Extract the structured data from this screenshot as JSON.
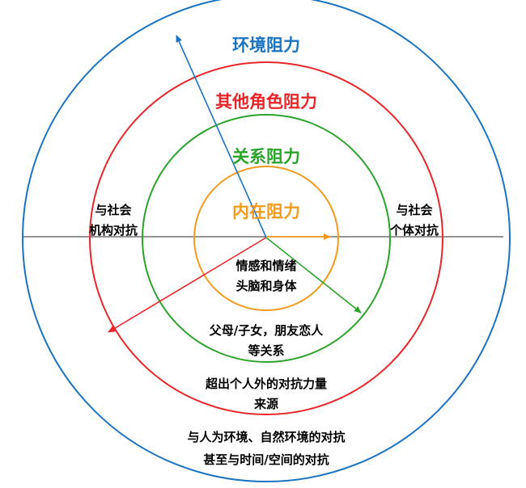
{
  "colors": {
    "outer": "#1a73c0",
    "social": "#e8262a",
    "relation": "#2aa32a",
    "inner": "#f29a1d",
    "axis": "#555555",
    "text": "#000000"
  },
  "rings": {
    "outer": {
      "title": "环境阻力"
    },
    "social": {
      "title": "其他角色阻力"
    },
    "relation": {
      "title": "关系阻力"
    },
    "inner": {
      "title": "内在阻力"
    }
  },
  "sides": {
    "left": {
      "line1": "与社会",
      "line2": "机构对抗"
    },
    "right": {
      "line1": "与社会",
      "line2": "个体对抗"
    }
  },
  "descriptions": {
    "inner": {
      "line1": "情感和情绪",
      "line2": "头脑和身体"
    },
    "relation": {
      "line1": "父母/子女，朋友恋人",
      "line2": "等关系"
    },
    "social": {
      "line1": "超出个人外的对抗力量",
      "line2": "来源"
    },
    "outer": {
      "line1": "与人为环境、自然环境的对抗",
      "line2": "甚至与时间/空间的对抗"
    }
  }
}
